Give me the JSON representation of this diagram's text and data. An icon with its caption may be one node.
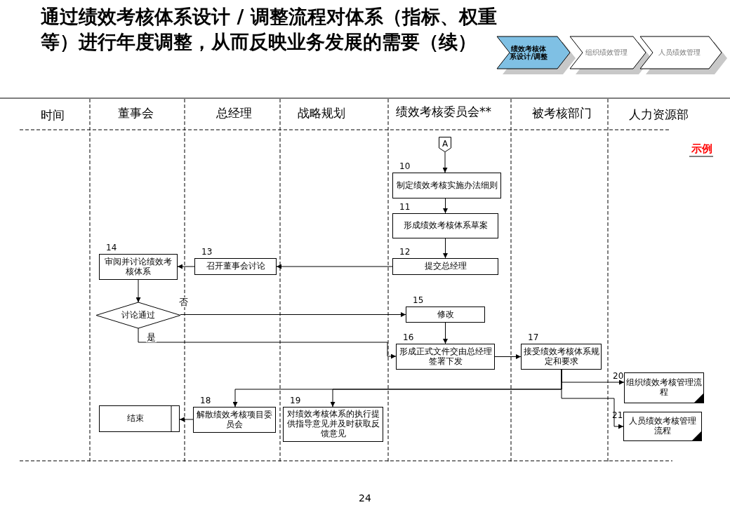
{
  "diagram": {
    "title": "通过绩效考核体系设计 / 调整流程对体系（指标、权重等）进行年度调整，从而反映业务发展的需要（续）",
    "nodes": [
      {
        "text": [
          "绩效考核体系设计/调整"
        ]
      },
      {
        "text": [
          "组织绩效管理"
        ]
      },
      {
        "text": [
          "人员绩效管理"
        ]
      },
      {
        "text": [
          "A"
        ]
      },
      {
        "text": [
          "制定绩效考核实施办法细则"
        ],
        "beside": [
          "10"
        ]
      },
      {
        "text": [
          "形成绩效考核体系草案"
        ],
        "beside": [
          "11"
        ]
      },
      {
        "text": [
          "提交总经理"
        ],
        "beside": [
          "12"
        ]
      },
      {
        "text": [
          "召开董事会讨论"
        ],
        "beside": [
          "13"
        ]
      },
      {
        "text": [
          "审阅并讨论绩效考核体系"
        ],
        "beside": [
          "14"
        ]
      },
      {
        "text": [
          "讨论通过"
        ]
      },
      {
        "text": [
          "修改"
        ],
        "beside": [
          "15"
        ]
      },
      {
        "text": [
          "形成正式文件交由总经理签署下发"
        ],
        "beside": [
          "16"
        ]
      },
      {
        "text": [
          "接受绩效考核体系规定和要求"
        ],
        "beside": [
          "17"
        ]
      },
      {
        "text": [
          "组织绩效考核管理流程"
        ],
        "beside": [
          "20"
        ]
      },
      {
        "text": [
          "人员绩效考核管理流程"
        ],
        "beside": [
          "21"
        ]
      },
      {
        "text": [
          "解散绩效考核项目委员会"
        ],
        "beside": [
          "18"
        ]
      },
      {
        "text": [
          "对绩效考核体系的执行提供指导意见并及时获取反馈意见"
        ],
        "beside": [
          "19"
        ]
      },
      {
        "text": [
          "结束"
        ]
      }
    ],
    "edges": [
      {
        "from": 3,
        "to": 4,
        "arrow": "to"
      },
      {
        "from": 4,
        "to": 5,
        "arrow": "to"
      },
      {
        "from": 5,
        "to": 6,
        "arrow": "to"
      },
      {
        "from": 6,
        "to": 7,
        "arrow": "to"
      },
      {
        "from": 7,
        "to": 8,
        "arrow": "to"
      },
      {
        "from": 8,
        "to": 9,
        "arrow": "to"
      },
      {
        "from": 9,
        "to": 10,
        "arrow": "to",
        "label": "否"
      },
      {
        "from": 9,
        "to": 11,
        "arrow": "to",
        "label": "是"
      },
      {
        "from": 10,
        "to": 11,
        "arrow": "to"
      },
      {
        "from": 11,
        "to": 12,
        "arrow": "to"
      },
      {
        "from": 12,
        "to": 13,
        "arrow": "to"
      },
      {
        "from": 12,
        "to": 14,
        "arrow": "to"
      },
      {
        "from": 12,
        "to": 15,
        "arrow": "to"
      },
      {
        "from": 12,
        "to": 16,
        "arrow": "to"
      },
      {
        "from": 15,
        "to": 17,
        "arrow": "to"
      }
    ],
    "labels": [
      "时间",
      "董事会",
      "总经理",
      "战略规划",
      "绩效考核委员会**",
      "被考核部门",
      "人力资源部",
      "示例",
      "24"
    ]
  }
}
